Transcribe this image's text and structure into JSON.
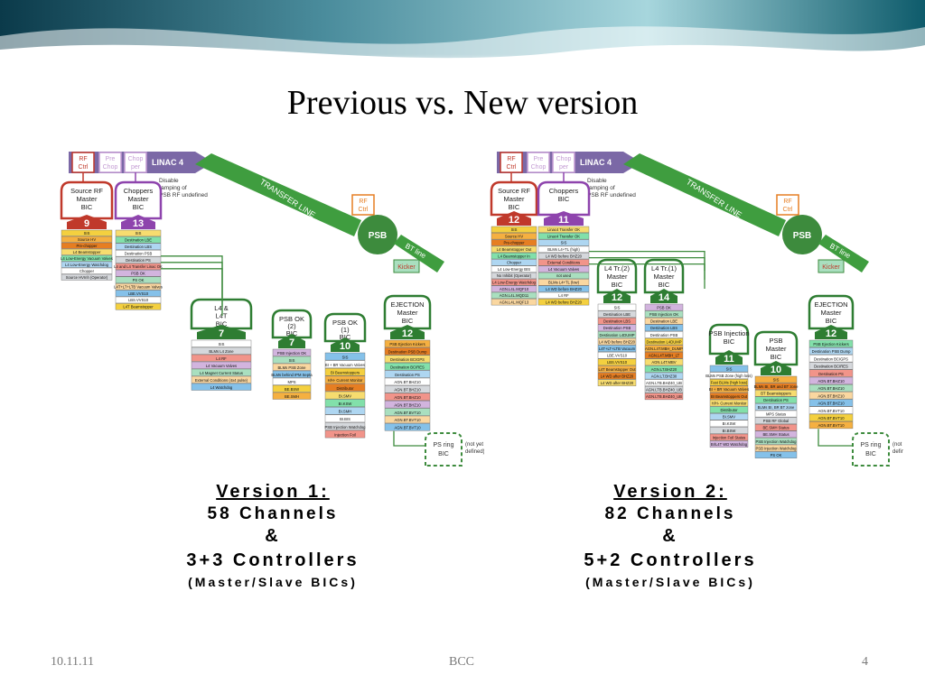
{
  "slide": {
    "title": "Previous vs. New version",
    "footer": {
      "date": "10.11.11",
      "center": "BCC",
      "page": "4"
    }
  },
  "captions": [
    {
      "line1": "Version 1:",
      "line2": "58 Channels",
      "line3": "&",
      "line4": "3+3 Controllers",
      "line5": "(Master/Slave BICs)"
    },
    {
      "line1": "Version 2:",
      "line2": "82 Channels",
      "line3": "&",
      "line4": "5+2 Controllers",
      "line5": "(Master/Slave BICs)"
    }
  ],
  "diagrams": [
    {
      "top_boxes": [
        "RF Ctrl",
        "Pre Chop",
        "Chop per"
      ],
      "linac": "LINAC 4",
      "disable_note": "Disable ramping of PSB RF",
      "transfer": "TRANSFER LINE",
      "psb": "PSB",
      "bt": "BT line",
      "rf_ctrl": "RF Ctrl",
      "kicker": "Kicker",
      "ps_ring": "PS ring BIC",
      "not_defined": "(not yet defined)",
      "bics": [
        {
          "title": "Source RF Master BIC",
          "num": "9",
          "color": "#c0392b",
          "numcolor": "#c0392b",
          "rows": [
            "SIS",
            "Source HV",
            "Pre-chopper",
            "L4 Beamstopper",
            "L4 Low-Energy Vacuum Valves",
            "L4 Low-Energy Watchdog",
            "Chopper",
            "Source HVInh (Operator)"
          ]
        },
        {
          "title": "Choppers Master BIC",
          "num": "13",
          "color": "#8e44ad",
          "numcolor": "#8e44ad",
          "rows": [
            "SIS",
            "Destination LBE",
            "Destination LBS",
            "Destination PSB",
            "Destination PS",
            "L4 and L4 Transfer Linac OK",
            "PSB OK",
            "PS OK",
            "L4T+LT+LTB Vacuum Valves",
            "LBE.VVS10",
            "LBS.VVS10",
            "L4T Beamstopper"
          ]
        },
        {
          "title": "L4 & L4T BIC",
          "num": "7",
          "color": "#2e7d32",
          "numcolor": "#2e7d32",
          "rows": [
            "SIS",
            "BLMs L4 Zone",
            "L4 RF",
            "L4 Vacuum Valves",
            "L4 Magnet Current Status",
            "External Conditions (4x4 pulse)",
            "L4 Watchdog"
          ]
        },
        {
          "title": "PSB OK (2) BIC",
          "num": "7",
          "color": "#2e7d32",
          "numcolor": "#2e7d32",
          "rows": [
            "PSB Injection OK",
            "SIS",
            "BLMs PSB Zone",
            "BLMs behind IPM Septa",
            "MPS",
            "BE.BSW",
            "BE.SMH"
          ]
        },
        {
          "title": "PSB OK (1) BIC",
          "num": "10",
          "color": "#2e7d32",
          "numcolor": "#2e7d32",
          "rows": [
            "SIS",
            "BI + BR Vacuum Valves",
            "BI Beamstoppers",
            "H/H- Current Monitor",
            "Distributor",
            "BI.SMV",
            "BI.KSW",
            "BI.SMH",
            "BI.BIS",
            "PSB Injection Watchdog",
            "Injection Foil"
          ]
        },
        {
          "title": "EJECTION Master BIC",
          "num": "12",
          "color": "#2e7d32",
          "numcolor": "#2e7d32",
          "rows": [
            "PSB Ejection Kickers",
            "Destination PSB Dump",
            "Destination BCIGPS",
            "Destination BCIRES",
            "Destination PS",
            "AGN.BT.BHZ10",
            "AGN.BT.BHZ10",
            "AGN.BT.BHZ10",
            "AGN.BT.BHZ10",
            "AGN.BT.BVT10",
            "AGN.BT.BVT10",
            "AGN.BT.BVT10"
          ]
        }
      ]
    },
    {
      "top_boxes": [
        "RF Ctrl",
        "Pre Chop",
        "Chop per"
      ],
      "linac": "LINAC 4",
      "disable_note": "Disable ramping of PSB RF",
      "transfer": "TRANSFER LINE",
      "psb": "PSB",
      "bt": "BT line",
      "rf_ctrl": "RF Ctrl",
      "kicker": "Kicker",
      "ps_ring": "PS ring BIC",
      "not_defined": "(not yet defined)",
      "bics": [
        {
          "title": "Source RF Master BIC",
          "num": "12",
          "color": "#c0392b",
          "numcolor": "#c0392b",
          "rows": [
            "SIS",
            "Source HV",
            "Pre-chopper",
            "L4 Beamstopper Out",
            "L4 Beamstopper In",
            "Chopper",
            "L4 Low-Energy BIS",
            "No Inhibit (Operator)",
            "L4 Low-Energy Watchdog",
            "AGN.L4L.MQF10",
            "AGN.L4L.MQD11",
            "AGN.L4L.MQF13"
          ]
        },
        {
          "title": "Choppers BIC",
          "num": "11",
          "color": "#8e44ad",
          "numcolor": "#8e44ad",
          "rows": [
            "Linac4 Transfer OK",
            "Linac4 Transfer OK",
            "SIS",
            "BLMs L4+TL (high)",
            "L4 WD before BHZ20",
            "External Conditions",
            "L4 Vacuum Valves",
            "not used",
            "BLMs L4+TL (low)",
            "L4 WD before BHZ20",
            "L4 RF",
            "L4 WD before BHZ20"
          ]
        },
        {
          "title": "L4 Tr.(2) Master BIC",
          "num": "12",
          "color": "#2e7d32",
          "numcolor": "#2e7d32",
          "rows": [
            "SIS",
            "Destination LBE",
            "Destination LBS",
            "Destination PSB",
            "Destination L4DUMP",
            "L4 WD before BHZ20",
            "L4T+LT+LTB Vacuum",
            "LBE.VVS10",
            "LBS.VVS10",
            "L4T Beamstopper Out",
            "L4 WD after BHZ20",
            "L4 WD after BHZ20"
          ]
        },
        {
          "title": "L4 Tr.(1) Master BIC",
          "num": "14",
          "color": "#2e7d32",
          "numcolor": "#2e7d32",
          "rows": [
            "PSB OK",
            "PSB Injection OK",
            "Destination LBE",
            "Destination LBS",
            "Destination PSB",
            "Destination L4DUMP",
            "AGN.L4T.MBH_DUMP",
            "AGN.L4T.MBH_LT",
            "AGN.L4T.MBV",
            "AGN.LT.BHZ20",
            "AGN.LT.BHZ30",
            "AGN.LTB.BHZ40_UB",
            "AGN.LTB.BHZ40_UB",
            "AGN.LTB.BHZ40_UB"
          ]
        },
        {
          "title": "PSB Injection BIC",
          "num": "11",
          "color": "#2e7d32",
          "numcolor": "#2e7d32",
          "rows": [
            "SIS",
            "BLMs PSB Zone (high loss)",
            "Fast BLMs (high loss)",
            "BI + BR Vacuum Valves",
            "BI Beamstoppers Out",
            "H/H- Current Monitor",
            "Distributor",
            "BI.SMV",
            "BI.KSW",
            "BI.BSW",
            "Injection Foil Status",
            "BI/L4T WD Watchdog"
          ]
        },
        {
          "title": "PSB Master BIC",
          "num": "10",
          "color": "#2e7d32",
          "numcolor": "#2e7d32",
          "rows": [
            "SIS",
            "BLMs BI, BR and BT zone",
            "BT Beamstoppers",
            "Destination PS",
            "BLMs BI, BR BT zone",
            "MPS Status",
            "PSB RF Global",
            "BE.SMH Status",
            "BE.SMH Status",
            "PSB Injection Watchdog",
            "PSB Injection Watchdog",
            "PS OK"
          ]
        },
        {
          "title": "EJECTION Master BIC",
          "num": "12",
          "color": "#2e7d32",
          "numcolor": "#2e7d32",
          "rows": [
            "PSB Ejection Kickers",
            "Destination PSB Dump",
            "Destination BCIGPS",
            "Destination BCIRES",
            "Destination PS",
            "AGN.BT.BHZ10",
            "AGN.BT.BHZ10",
            "AGN.BT.BHZ10",
            "AGN.BT.BHZ10",
            "AGN.BT.BVT10",
            "AGN.BT.BVT10",
            "AGN.BT.BVT10"
          ]
        }
      ]
    }
  ]
}
